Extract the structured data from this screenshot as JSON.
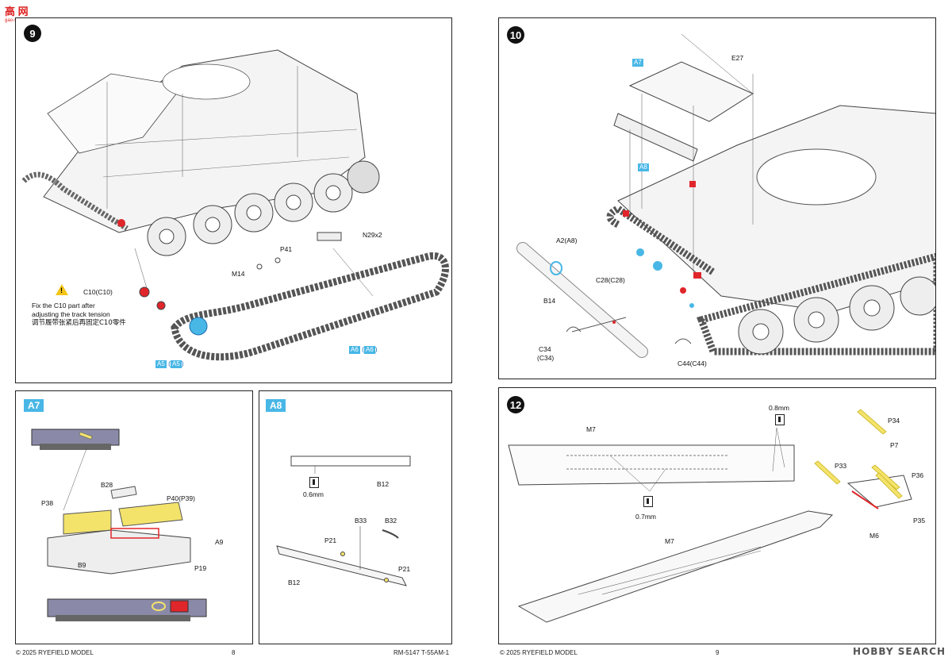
{
  "watermark_top": {
    "brand": "高 网",
    "url": "gao-shan.com"
  },
  "watermark_bottom": "HOBBY SEARCH",
  "left_page": {
    "step9": {
      "badge": "9",
      "labels": {
        "n29": "N29x2",
        "p41": "P41",
        "m14": "M14",
        "c10": "C10(C10)",
        "a5a": "A5",
        "a5b": "A5",
        "a6a": "A6",
        "a6b": "A6"
      },
      "warning_icon": "!",
      "note_en_1": "Fix the C10 part after",
      "note_en_2": "adjusting the track tension",
      "note_cn": "调节履带张紧后再固定C10零件"
    },
    "a7": {
      "tag": "A7",
      "labels": {
        "b28": "B28",
        "p40": "P40(P39)",
        "p38": "P38",
        "a9": "A9",
        "b9": "B9",
        "p19": "P19"
      }
    },
    "a8": {
      "tag": "A8",
      "labels": {
        "mm06": "0.6mm",
        "b12a": "B12",
        "b33": "B33",
        "b32": "B32",
        "p21a": "P21",
        "p21b": "P21",
        "b12b": "B12"
      }
    },
    "footer": {
      "copyright": "© 2025 RYEFIELD MODEL",
      "page": "8",
      "code": "RM-5147 T-55AM-1"
    }
  },
  "right_page": {
    "step10": {
      "badge": "10",
      "labels": {
        "a7": "A7",
        "e27": "E27",
        "a8": "A8",
        "a2": "A2(A8)",
        "c28": "C28(C28)",
        "b14": "B14",
        "c34a": "C34",
        "c34b": "(C34)",
        "c44": "C44(C44)"
      }
    },
    "step12": {
      "badge": "12",
      "labels": {
        "m7a": "M7",
        "mm08": "0.8mm",
        "p34": "P34",
        "p7": "P7",
        "p33": "P33",
        "p36": "P36",
        "p35": "P35",
        "m6": "M6",
        "mm07": "0.7mm",
        "m7b": "M7"
      }
    },
    "footer": {
      "copyright": "© 2025 RYEFIELD MODEL",
      "page": "9"
    }
  },
  "colors": {
    "accent_blue": "#48b7e6",
    "part_red": "#e0262b",
    "photo_etch_yellow": "#f3e36b",
    "hull_gray": "#8a8aa8"
  }
}
